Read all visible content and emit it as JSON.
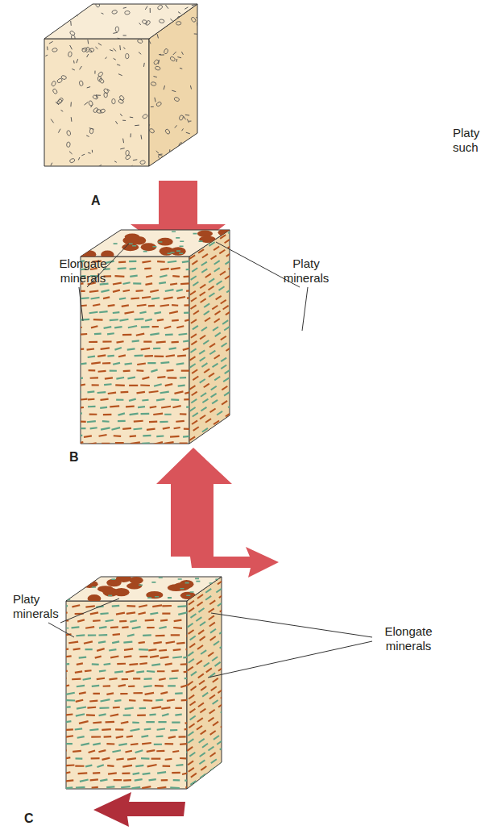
{
  "diagram": {
    "labels": [
      "Platy such",
      "A",
      "Elongate minerals",
      "Platy minerals",
      "B",
      "Platy minerals",
      "Elongate minerals",
      "C"
    ]
  }
}
